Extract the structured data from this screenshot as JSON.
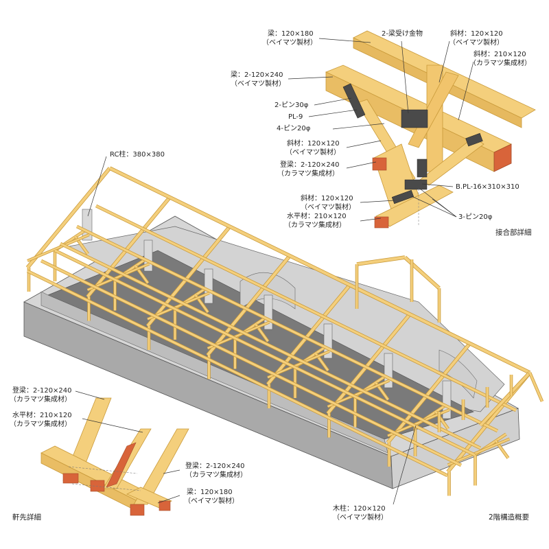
{
  "labels": {
    "rc_column": "RC柱：380×380",
    "wood_column_1": "木柱：120×120",
    "wood_column_2": "（ベイマツ製材）",
    "d_beam_top_1": "梁：120×180",
    "d_beam_top_2": "（ベイマツ製材）",
    "d_hardware": "2-梁受け金物",
    "d_diag_top_1": "斜材：120×120",
    "d_diag_top_2": "（ベイマツ製材）",
    "d_diag_big_1": "斜材：210×120",
    "d_diag_big_2": "（カラマツ集成材）",
    "d_beam2_1": "梁：2-120×240",
    "d_beam2_2": "（ベイマツ製材）",
    "d_pin30": "2-ピン30φ",
    "d_pl9": "PL-9",
    "d_pin20_4": "4-ピン20φ",
    "d_diag_mid_1": "斜材：120×120",
    "d_diag_mid_2": "（ベイマツ製材）",
    "d_nobori_1": "登梁：2-120×240",
    "d_nobori_2": "（カラマツ集成材）",
    "d_bpl": "B.PL-16×310×310",
    "d_diag_low_1": "斜材：120×120",
    "d_diag_low_2": "（ベイマツ製材）",
    "d_horiz_1": "水平材：210×120",
    "d_horiz_2": "（カラマツ集成材）",
    "d_pin20_3": "3-ピン20φ",
    "e_nobori_1": "登梁：2-120×240",
    "e_nobori_2": "（カラマツ集成材）",
    "e_horiz_1": "水平材：210×120",
    "e_horiz_2": "（カラマツ集成材）",
    "e_nobori2_1": "登梁：2-120×240",
    "e_nobori2_2": "（カラマツ集成材）",
    "e_beam_1": "梁：120×180",
    "e_beam_2": "（ベイマツ製材）"
  },
  "captions": {
    "joint_detail": "接合部詳細",
    "eave_detail": "軒先詳細",
    "overview": "2階構造概要"
  },
  "colors": {
    "timber": "#f4cf7c",
    "timber_edge": "#c99a3a",
    "timber_end": "#d8643a",
    "concrete": "#c9c9c9",
    "concrete_dark": "#8f8f8f",
    "floor": "#777777",
    "steel": "#4a4a4a",
    "leader": "#333333"
  }
}
